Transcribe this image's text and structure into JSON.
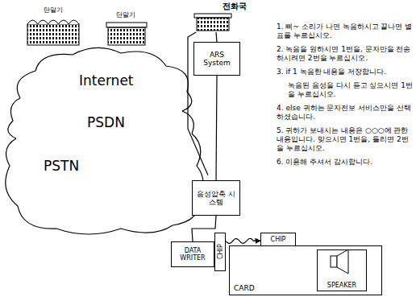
{
  "diagram": {
    "nodes": [
      {
        "text": [
          "단말기"
        ]
      },
      {
        "text": [
          "단말기"
        ]
      },
      {
        "text": [
          "Internet",
          "PSDN",
          "PSTN"
        ]
      },
      {
        "text": [
          "전화국"
        ]
      },
      {
        "text": [
          "ARS System"
        ]
      },
      {
        "text": [
          "음성압축 시스템"
        ]
      },
      {
        "text": [
          "DATA WRITER"
        ]
      },
      {
        "text": [
          "CHIP"
        ]
      },
      {
        "text": [
          "CARD"
        ]
      },
      {
        "text": [
          "CHIP"
        ],
        "in": 8
      },
      {
        "text": [
          "SPEAKER"
        ],
        "in": 8
      }
    ],
    "edges": [
      {
        "from": 2,
        "to": 3,
        "arrow": "none"
      },
      {
        "from": 3,
        "to": 4,
        "arrow": "none"
      },
      {
        "from": 4,
        "to": 5,
        "arrow": "none"
      },
      {
        "from": 5,
        "to": 6,
        "arrow": "none"
      },
      {
        "from": 6,
        "to": 7,
        "arrow": "none"
      },
      {
        "from": 7,
        "to": 9,
        "arrow": "to"
      }
    ],
    "labels": [
      "1. 삐~ 소리가 나면 녹음하시고 끝나면 별표를 누르십시오.",
      "2. 녹음을 원하시면 1번을, 문자만을 전송하시려면 2번을 누르십시오.",
      "3. if 1 녹음한 내용을 저장합니다.",
      "녹음된 음성을 다시 듣고 싶으시면 1번을 누르십시오.",
      "4. else 귀하는 문자전보 서비스만을 선택하셨습니다.",
      "5. 귀하가 보내시는 내용은 ○○○에 관한 내용입니다. 맞으시면 1번을, 틀리면 2번을 누르십시오.",
      "6. 이용해 주셔서 감사합니다."
    ]
  }
}
